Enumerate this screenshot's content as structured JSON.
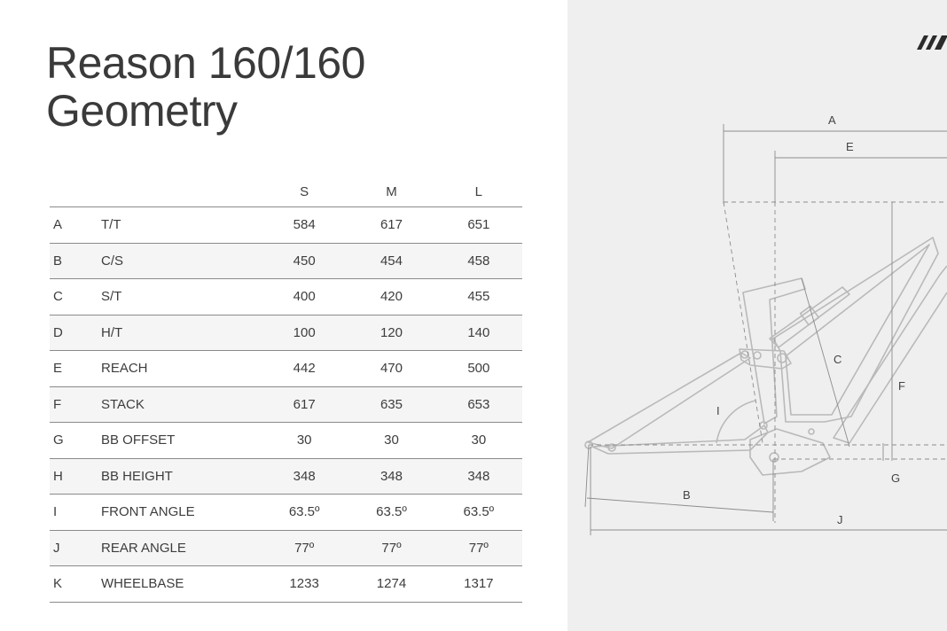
{
  "title": {
    "line1": "Reason 160/160",
    "line2": "Geometry"
  },
  "table": {
    "headers": [
      "",
      "",
      "S",
      "M",
      "L"
    ],
    "rows": [
      {
        "code": "A",
        "name": "T/T",
        "values": [
          "584",
          "617",
          "651"
        ]
      },
      {
        "code": "B",
        "name": "C/S",
        "values": [
          "450",
          "454",
          "458"
        ]
      },
      {
        "code": "C",
        "name": "S/T",
        "values": [
          "400",
          "420",
          "455"
        ]
      },
      {
        "code": "D",
        "name": "H/T",
        "values": [
          "100",
          "120",
          "140"
        ]
      },
      {
        "code": "E",
        "name": "REACH",
        "values": [
          "442",
          "470",
          "500"
        ]
      },
      {
        "code": "F",
        "name": "STACK",
        "values": [
          "617",
          "635",
          "653"
        ]
      },
      {
        "code": "G",
        "name": "BB OFFSET",
        "values": [
          "30",
          "30",
          "30"
        ]
      },
      {
        "code": "H",
        "name": "BB HEIGHT",
        "values": [
          "348",
          "348",
          "348"
        ]
      },
      {
        "code": "I",
        "name": "FRONT ANGLE",
        "values": [
          "63.5º",
          "63.5º",
          "63.5º"
        ]
      },
      {
        "code": "J",
        "name": "REAR ANGLE",
        "values": [
          "77º",
          "77º",
          "77º"
        ]
      },
      {
        "code": "K",
        "name": "WHEELBASE",
        "values": [
          "1233",
          "1274",
          "1317"
        ]
      }
    ]
  },
  "diagram": {
    "labels": {
      "a": "A",
      "e": "E",
      "c": "C",
      "f": "F",
      "i": "I",
      "b": "B",
      "g": "G",
      "j": "J"
    },
    "logo_icon": "brand-logo-mark",
    "line_color": "#b9b9b9",
    "dash_color": "#8c8c8c"
  }
}
